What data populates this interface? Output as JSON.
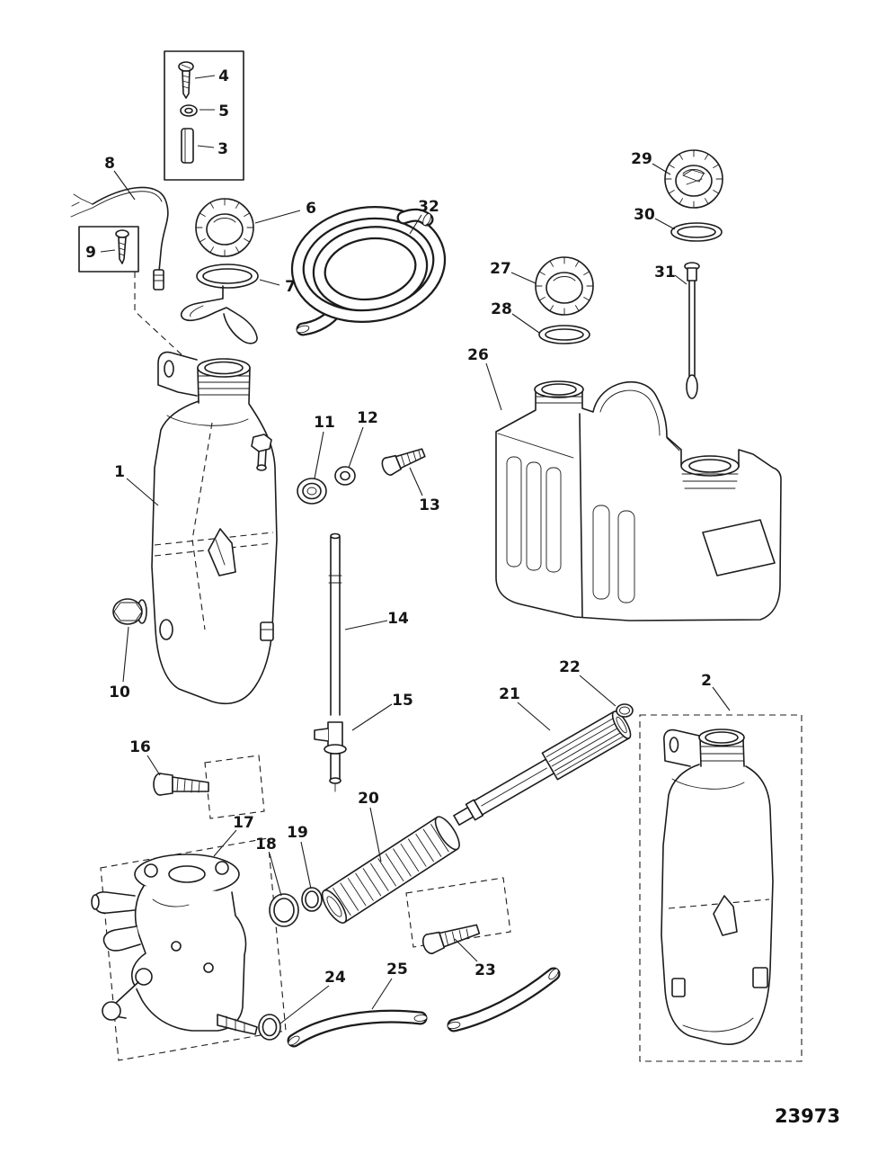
{
  "colors": {
    "ink": "#1c1c1c",
    "paper": "#ffffff"
  },
  "drawing": {
    "number": "23973",
    "callouts": [
      {
        "label": "1"
      },
      {
        "label": "2"
      },
      {
        "label": "3"
      },
      {
        "label": "4"
      },
      {
        "label": "5"
      },
      {
        "label": "6"
      },
      {
        "label": "7"
      },
      {
        "label": "8"
      },
      {
        "label": "9"
      },
      {
        "label": "10"
      },
      {
        "label": "11"
      },
      {
        "label": "12"
      },
      {
        "label": "13"
      },
      {
        "label": "14"
      },
      {
        "label": "15"
      },
      {
        "label": "16"
      },
      {
        "label": "17"
      },
      {
        "label": "18"
      },
      {
        "label": "19"
      },
      {
        "label": "20"
      },
      {
        "label": "21"
      },
      {
        "label": "22"
      },
      {
        "label": "23"
      },
      {
        "label": "24"
      },
      {
        "label": "25"
      },
      {
        "label": "26"
      },
      {
        "label": "27"
      },
      {
        "label": "28"
      },
      {
        "label": "29"
      },
      {
        "label": "30"
      },
      {
        "label": "31"
      },
      {
        "label": "32"
      }
    ]
  }
}
